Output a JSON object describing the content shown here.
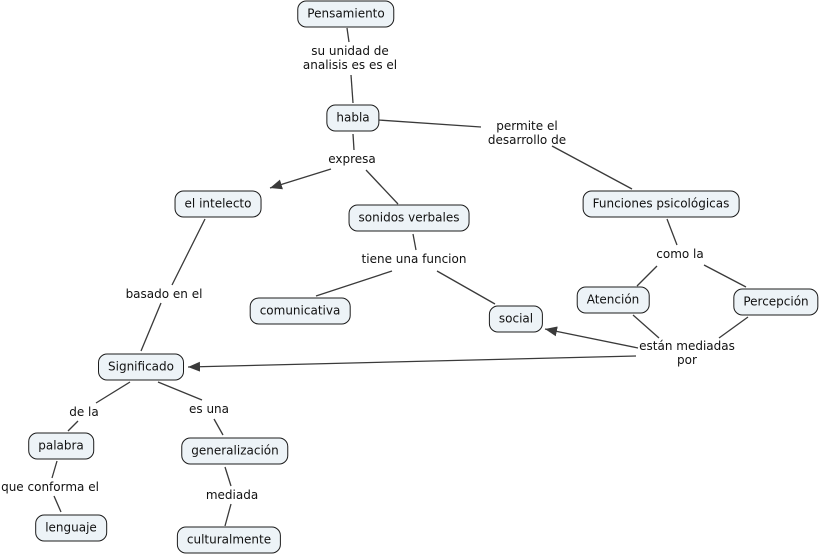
{
  "concept_map": {
    "nodes": {
      "pensamiento": {
        "label": "Pensamiento"
      },
      "habla": {
        "label": "habla"
      },
      "el_intelecto": {
        "label": "el intelecto"
      },
      "sonidos_verbales": {
        "label": "sonidos verbales"
      },
      "funciones_psicologicas": {
        "label": "Funciones psicológicas"
      },
      "comunicativa": {
        "label": "comunicativa"
      },
      "social": {
        "label": "social"
      },
      "atencion": {
        "label": "Atención"
      },
      "percepcion": {
        "label": "Percepción"
      },
      "significado": {
        "label": "Significado"
      },
      "palabra": {
        "label": "palabra"
      },
      "generalizacion": {
        "label": "generalización"
      },
      "lenguaje": {
        "label": "lenguaje"
      },
      "culturalmente": {
        "label": "culturalmente"
      }
    },
    "link_labels": {
      "su_unidad": {
        "text": "su unidad de\nanalisis es es el"
      },
      "permite": {
        "text": "permite el\ndesarrollo de"
      },
      "expresa": {
        "text": "expresa"
      },
      "tiene_una_funcion": {
        "text": "tiene una funcion"
      },
      "como_la": {
        "text": "como la"
      },
      "estan_mediadas": {
        "text": "están mediadas\npor"
      },
      "basado_en_el": {
        "text": "basado en el"
      },
      "de_la": {
        "text": "de la"
      },
      "es_una": {
        "text": "es una"
      },
      "que_conforma_el": {
        "text": "que conforma el"
      },
      "mediada": {
        "text": "mediada"
      }
    },
    "colors": {
      "background": "#ffffff",
      "node_fill": "#edf3f7",
      "node_border": "#1c1c1c",
      "line": "#3a3a3a",
      "text": "#111111"
    }
  }
}
